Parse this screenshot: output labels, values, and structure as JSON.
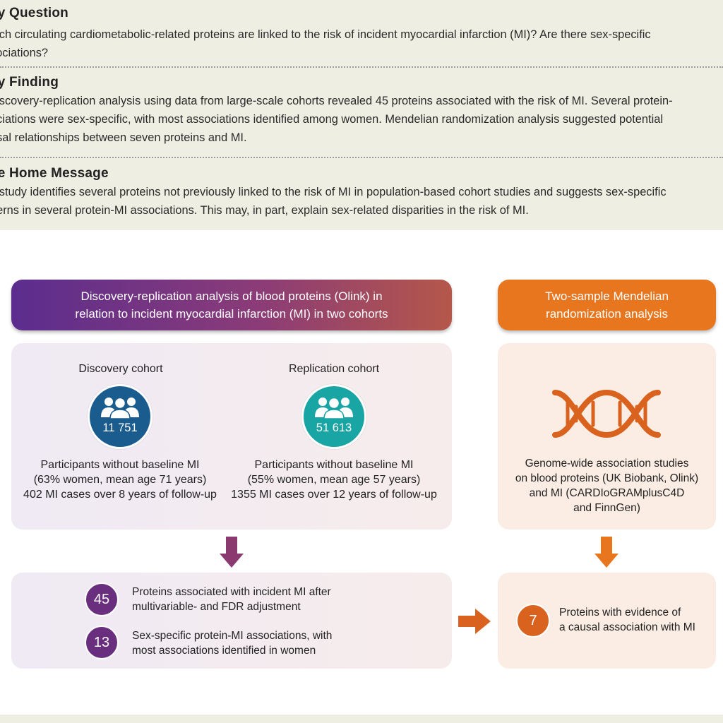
{
  "key_question": {
    "title": "ey Question",
    "line1": "hich circulating cardiometabolic-related proteins are linked to the risk of incident myocardial infarction (MI)? Are there sex-specific",
    "line2": "sociations?"
  },
  "key_finding": {
    "title": "ey Finding",
    "line1": "discovery-replication analysis using data from large-scale cohorts revealed 45 proteins associated with the risk of MI. Several protein-",
    "line2": "ociations were sex-specific, with most associations identified among women. Mendelian randomization analysis suggested potential",
    "line3": "usal relationships between seven proteins and MI."
  },
  "take_home": {
    "title": "ke Home Message",
    "line1": "s study identifies several proteins not previously linked to the risk of MI in population-based cohort studies and suggests sex-specific",
    "line2": "tterns in several protein-MI associations. This may, in part, explain sex-related disparities in the risk of MI."
  },
  "left_header": {
    "line1": "Discovery-replication analysis of blood proteins (Olink) in",
    "line2": "relation to incident myocardial infarction (MI) in two cohorts"
  },
  "right_header": {
    "line1": "Two-sample Mendelian",
    "line2": "randomization analysis"
  },
  "discovery": {
    "title": "Discovery cohort",
    "count": "11 751",
    "line1": "Participants without baseline MI",
    "line2": "(63% women, mean age 71 years)",
    "line3": "402 MI cases over 8 years of follow-up"
  },
  "replication": {
    "title": "Replication cohort",
    "count": "51 613",
    "line1": "Participants without baseline MI",
    "line2": "(55% women, mean age 57 years)",
    "line3": "1355 MI cases over 12 years of follow-up"
  },
  "gwas": {
    "line1": "Genome-wide association studies",
    "line2": "on blood proteins (UK Biobank, Olink)",
    "line3": "and MI (CARDIoGRAMplusC4D",
    "line4": "and FinnGen)"
  },
  "results": {
    "r45": {
      "number": "45",
      "line1": "Proteins associated with incident MI after",
      "line2": "multivariable- and FDR adjustment"
    },
    "r13": {
      "number": "13",
      "line1": "Sex-specific protein-MI associations, with",
      "line2": "most associations identified in women"
    },
    "r7": {
      "number": "7",
      "line1": "Proteins with evidence of",
      "line2": "a causal association with MI"
    }
  },
  "colors": {
    "purple": "#6a2e7f",
    "blue": "#1a5c8e",
    "teal": "#1aa5a5",
    "orange": "#e8761f",
    "dna": "#d9631e",
    "arrow_left": "#8a3a6e",
    "arrow_right": "#d9631e"
  },
  "icons": [
    "people-group-icon",
    "dna-icon",
    "arrow-down-icon",
    "arrow-right-icon"
  ]
}
